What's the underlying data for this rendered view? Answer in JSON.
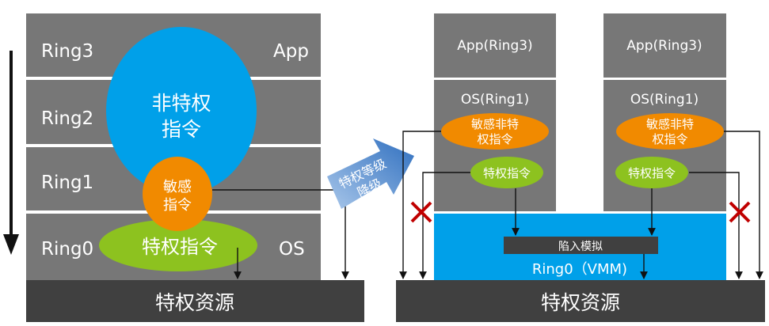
{
  "left": {
    "rings": [
      "Ring3",
      "Ring2",
      "Ring1",
      "Ring0"
    ],
    "app_label": "App",
    "os_label": "OS",
    "nonpriv_line1": "非特权",
    "nonpriv_line2": "指令",
    "sensitive_line1": "敏感",
    "sensitive_line2": "指令",
    "privileged": "特权指令",
    "resource": "特权资源"
  },
  "arrow_line1": "特权等级",
  "arrow_line2": "降级",
  "right": {
    "app_label": "App(Ring3)",
    "os_label": "OS(Ring1)",
    "sensitive_line1": "敏感非特",
    "sensitive_line2": "权指令",
    "privileged": "特权指令",
    "trap": "陷入模拟",
    "vmm": "Ring0（VMM)",
    "resource": "特权资源"
  },
  "colors": {
    "gray": "#777777",
    "dark": "#404040",
    "blue": "#00a0e9",
    "orange": "#f18a00",
    "green": "#8dc21f",
    "red": "#c00000",
    "arrow": "#3b7cc6"
  }
}
